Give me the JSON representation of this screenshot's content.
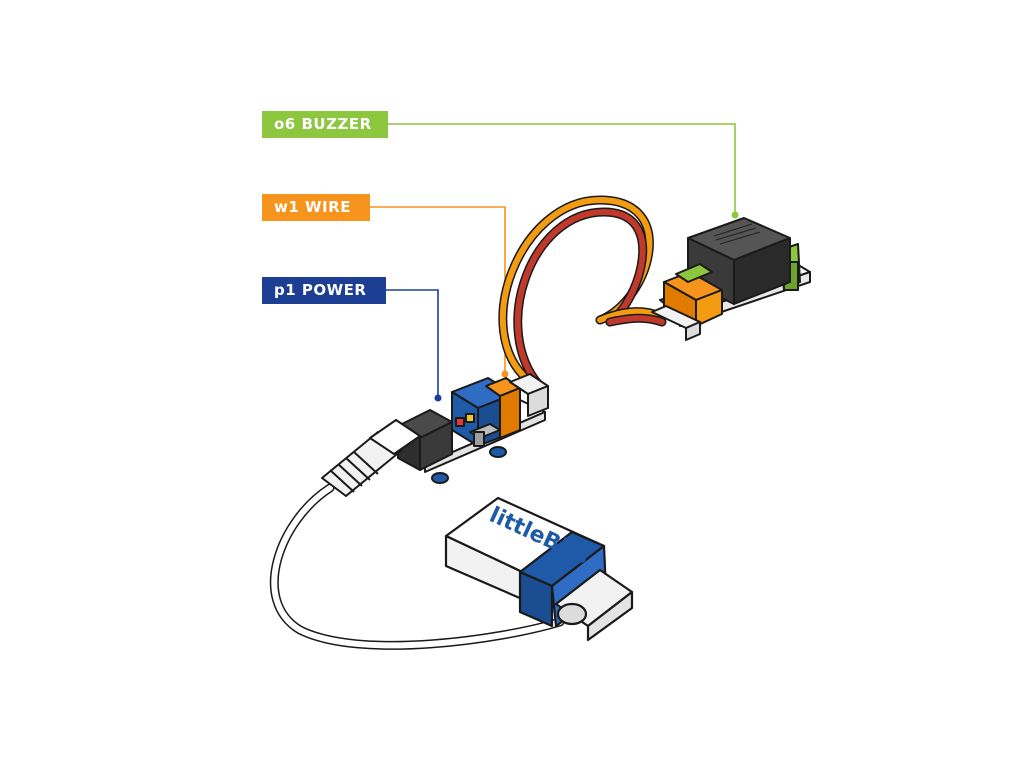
{
  "callouts": [
    {
      "id": "buzzer",
      "text": "o6 BUZZER",
      "color": "#8dc63f"
    },
    {
      "id": "wire",
      "text": "w1 WIRE",
      "color": "#f7941d"
    },
    {
      "id": "power",
      "text": "p1 POWER",
      "color": "#1c3f94"
    }
  ],
  "battery": {
    "brand": "littleBits"
  },
  "colors": {
    "outline": "#1a1a1a",
    "module_blue": "#1e5aa8",
    "wire_red": "#c0392b",
    "wire_orange": "#f39c12",
    "buzzer_body": "#3a3a3a",
    "switch_red": "#e53935",
    "led_yellow": "#f4c430"
  }
}
